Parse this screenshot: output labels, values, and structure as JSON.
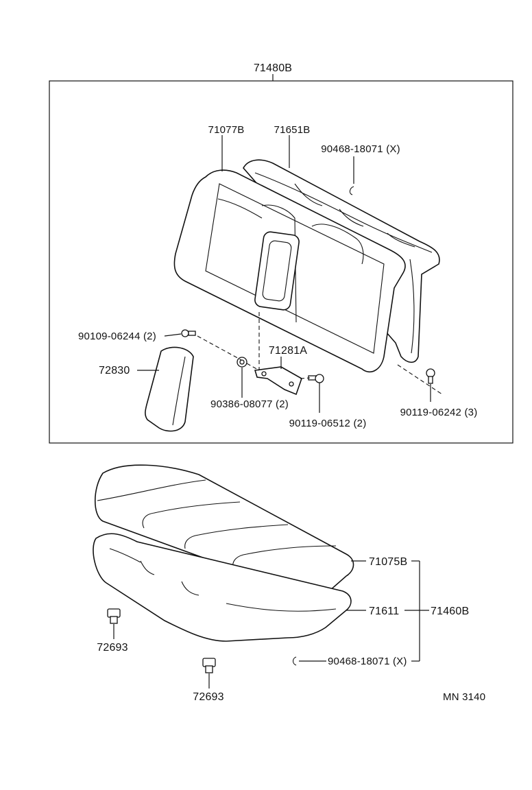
{
  "diagram": {
    "assembly_label": "71480B",
    "seat_assembly_label": "71460B",
    "footer_code": "MN 3140",
    "parts": {
      "seatback_cover": "71077B",
      "seatback_pad": "71651B",
      "hog_ring_upper": "90468-18071 (X)",
      "bolt_left": "90109-06244  (2)",
      "armrest": "72830",
      "hinge": "71281A",
      "nut": "90386-08077 (2)",
      "bolt_center": "90119-06512 (2)",
      "bolt_right": "90119-06242 (3)",
      "cushion_cover": "71075B",
      "cushion_pad": "71611",
      "hog_ring_lower": "90468-18071 (X)",
      "clip_left": "72693",
      "clip_bottom": "72693"
    }
  }
}
